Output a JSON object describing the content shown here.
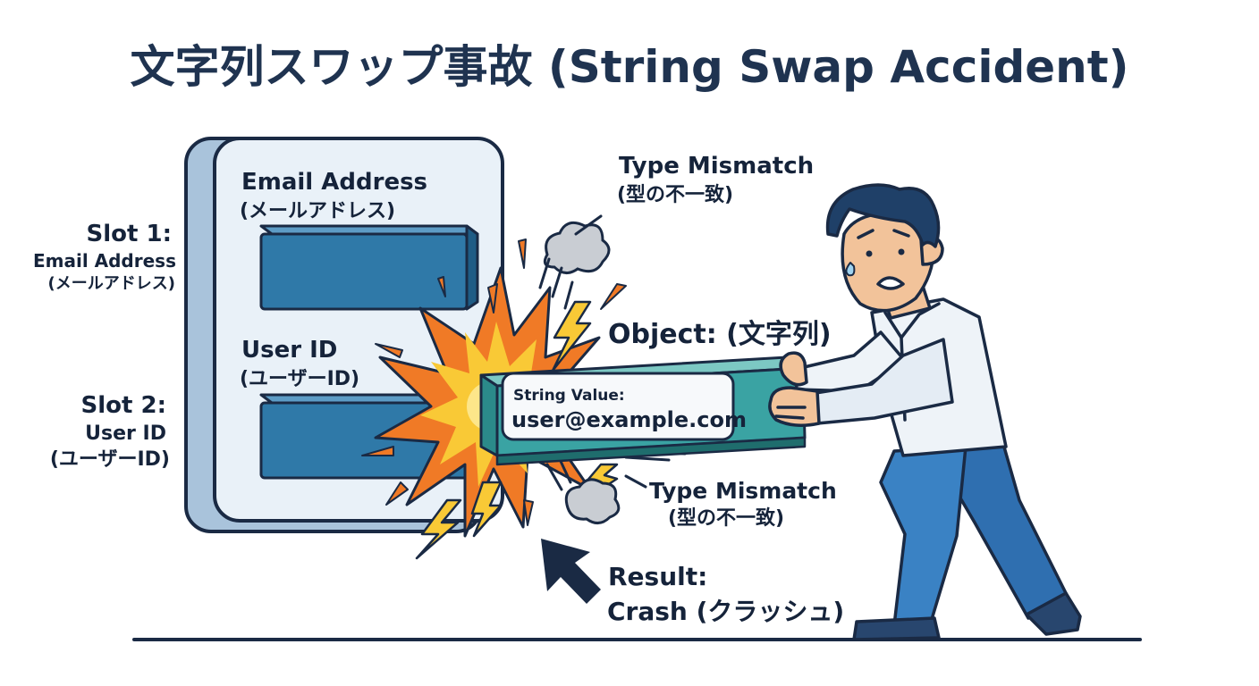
{
  "title": "文字列スワップ事故 (String Swap Accident)",
  "form": {
    "field1": {
      "label": "Email Address",
      "sub": "(メールアドレス)"
    },
    "field2": {
      "label": "User ID",
      "sub": "(ユーザーID)"
    }
  },
  "slots": {
    "slot1": {
      "head": "Slot 1:",
      "name": "Email Address",
      "sub": "(メールアドレス)"
    },
    "slot2": {
      "head": "Slot 2:",
      "name": "User ID",
      "sub": "(ユーザーID)"
    }
  },
  "mismatch_top": {
    "line1": "Type Mismatch",
    "line2": "(型の不一致)"
  },
  "mismatch_bottom": {
    "line1": "Type Mismatch",
    "line2": "(型の不一致)"
  },
  "object": {
    "label": "Object: (文字列)",
    "value_label": "String Value:",
    "value": "user@example.com"
  },
  "result": {
    "line1": "Result:",
    "line2": "Crash (クラッシュ)"
  },
  "colors": {
    "navy": "#1a2a44",
    "form_fill": "#e9f1f8",
    "slot_blue": "#2f79a8",
    "beam_teal": "#3aa3a3",
    "burst_orange": "#f07a26",
    "burst_yellow": "#f9c936",
    "shirt": "#eef3f8",
    "pants": "#2f6fb0"
  },
  "icons": [
    "explosion-icon",
    "lightning-icon",
    "smoke-puff-icon",
    "arrow-icon"
  ]
}
